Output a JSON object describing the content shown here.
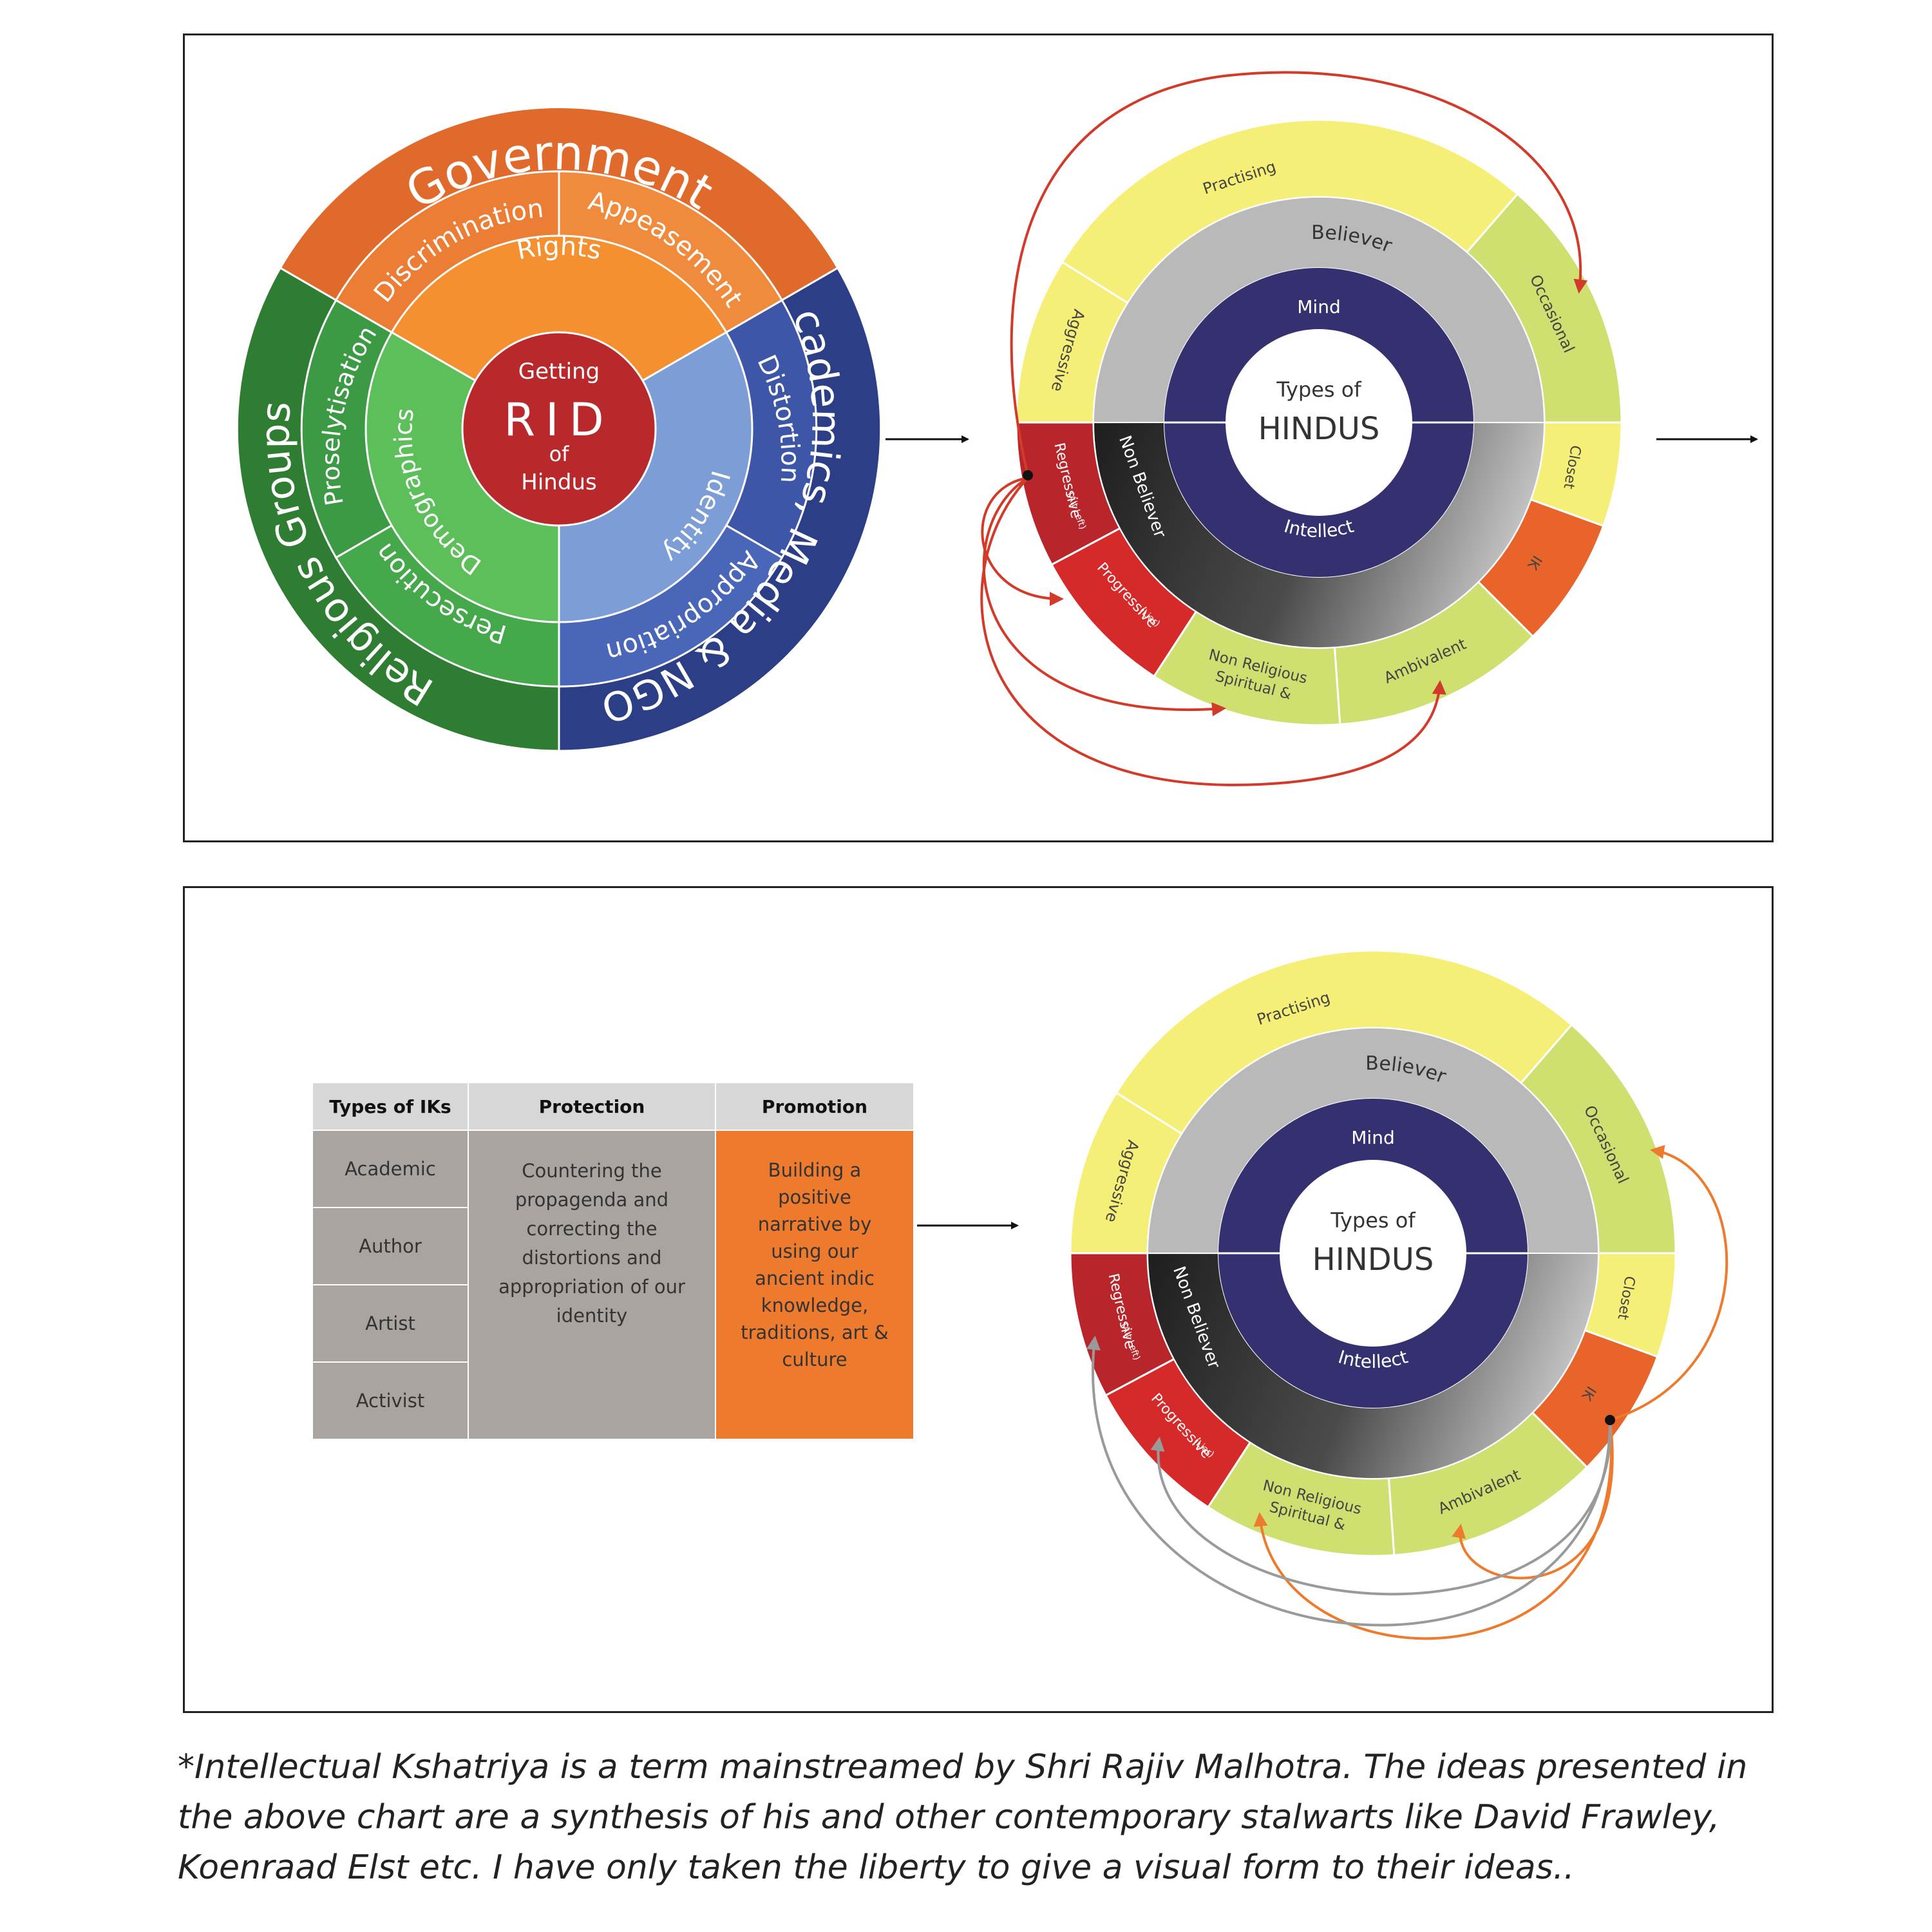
{
  "left_wheel": {
    "center_top": "Getting",
    "center_main": "RID",
    "center_of": "of",
    "center_bottom": "Hindus",
    "outer": {
      "government": "Government",
      "academics": "Academics, Media & NGOs",
      "religious": "Religious Groups"
    },
    "middle": {
      "discrimination": "Discrimination",
      "appeasement": "Appeasement",
      "distortion": "Distortion",
      "appropriation": "Appropriation",
      "persecution": "Persecution",
      "proselytisation": "Proselytisation"
    },
    "inner": {
      "rights": "Rights",
      "identity": "Identity",
      "demographics": "Demographics"
    },
    "colors": {
      "government": "#e06a2b",
      "academics": "#2c3e86",
      "religious": "#2f7d32",
      "center": "#b9282b"
    }
  },
  "hindu_wheel": {
    "center_line1": "Types of",
    "center_line2": "HINDUS",
    "inner": {
      "mind": "Mind",
      "intellect": "Intellect"
    },
    "middle": {
      "believer": "Believer",
      "non_believer": "Non Believer"
    },
    "outer": {
      "practising": "Practising",
      "occasional": "Occasional",
      "closet": "Closet",
      "ik": "IK",
      "ambivalent": "Ambivalent",
      "spiritual_1": "Spiritual &",
      "spiritual_2": "Non Religious",
      "progressive": "Progressive",
      "progressive_sub": "(Liar)",
      "regressive": "Regressive",
      "regressive_sub": "(Alt Left)",
      "aggressive": "Aggressive"
    },
    "colors": {
      "yellow": "#f6ef77",
      "green": "#cfe070",
      "orange": "#e9642b",
      "red": "#d62a2a",
      "darkred": "#b8252a",
      "navy": "#353170",
      "gray": "#b9b9b9"
    }
  },
  "table": {
    "headers": [
      "Types of IKs",
      "Protection",
      "Promotion"
    ],
    "types": [
      "Academic",
      "Author",
      "Artist",
      "Activist"
    ],
    "protection": "Countering the propagenda and correcting the distortions and appropriation of our identity",
    "promotion": "Building a positive narrative by using our ancient indic knowledge, traditions, art & culture"
  },
  "footnote": "*Intellectual Kshatriya is a term mainstreamed by Shri Rajiv Malhotra. The ideas presented in the above chart are a synthesis of his and other contemporary stalwarts like David Frawley, Koenraad Elst etc. I have only taken the liberty to give  a visual form to their ideas.."
}
